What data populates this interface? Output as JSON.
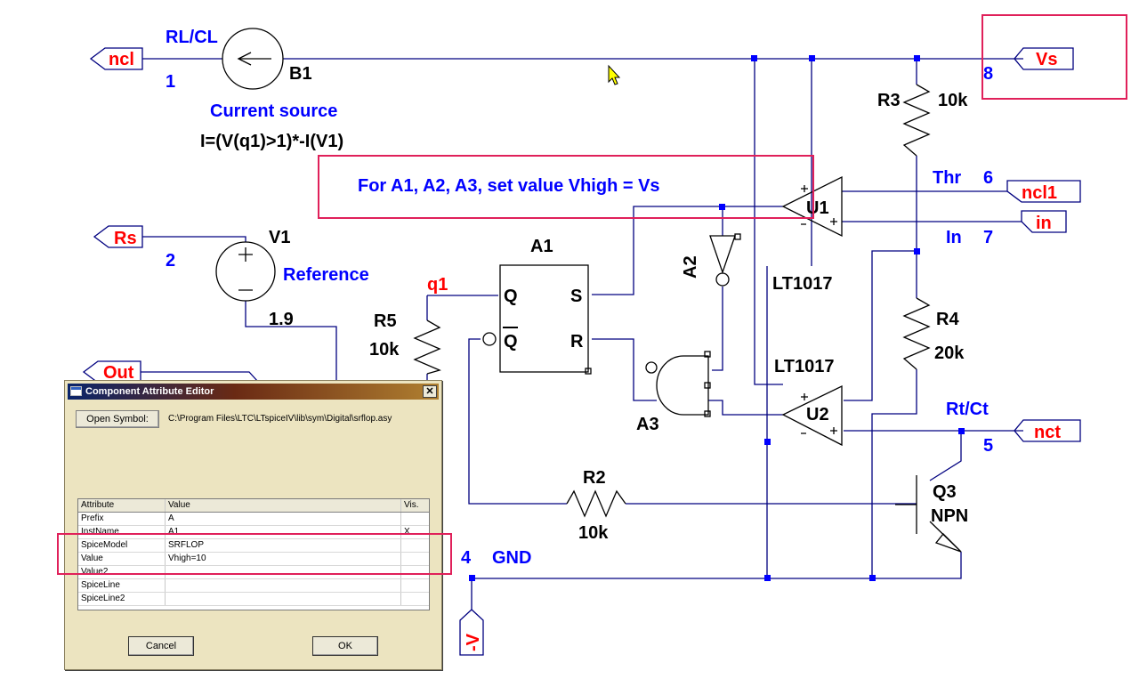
{
  "schematic": {
    "labels": {
      "ncl": "ncl",
      "rs": "Rs",
      "out": "Out",
      "minus_v": "-V",
      "vs": "Vs",
      "ncl1": "ncl1",
      "in": "in",
      "nct": "nct",
      "pin1": "1",
      "pin2": "2",
      "pin4": "4",
      "pin5": "5",
      "pin6": "6",
      "pin7": "7",
      "pin8": "8",
      "rlcl": "RL/CL",
      "b1": "B1",
      "current_source": "Current source",
      "current_expr": "I=(V(q1)>1)*-I(V1)",
      "v1": "V1",
      "reference": "Reference",
      "v1_value": "1.9",
      "a1": "A1",
      "q": "Q",
      "qbar": "Q",
      "s": "S",
      "r": "R",
      "a2": "A2",
      "a3": "A3",
      "q1": "q1",
      "r5": "R5",
      "r5_value": "10k",
      "r3": "R3",
      "r3_value": "10k",
      "r4": "R4",
      "r4_value": "20k",
      "r2": "R2",
      "r2_value": "10k",
      "u1": "U1",
      "u2": "U2",
      "lt1017_1": "LT1017",
      "lt1017_2": "LT1017",
      "thr": "Thr",
      "in_label": "In",
      "rtct": "Rt/Ct",
      "gnd": "GND",
      "q3": "Q3",
      "npn": "NPN",
      "note": "For  A1, A2, A3, set value Vhigh = Vs"
    }
  },
  "dialog": {
    "title": "Component Attribute Editor",
    "close": "✕",
    "open_symbol": "Open Symbol:",
    "path": "C:\\Program Files\\LTC\\LTspiceIV\\lib\\sym\\Digital\\srflop.asy",
    "columns": {
      "attribute": "Attribute",
      "value": "Value",
      "vis": "Vis."
    },
    "rows": [
      {
        "attribute": "Prefix",
        "value": "A",
        "vis": ""
      },
      {
        "attribute": "InstName",
        "value": "A1",
        "vis": "X"
      },
      {
        "attribute": "SpiceModel",
        "value": "SRFLOP",
        "vis": ""
      },
      {
        "attribute": "Value",
        "value": "Vhigh=10",
        "vis": ""
      },
      {
        "attribute": "Value2",
        "value": "",
        "vis": ""
      },
      {
        "attribute": "SpiceLine",
        "value": "",
        "vis": ""
      },
      {
        "attribute": "SpiceLine2",
        "value": "",
        "vis": ""
      }
    ],
    "cancel": "Cancel",
    "ok": "OK"
  },
  "colors": {
    "wire": "#000080",
    "component": "#000000",
    "net_label": "#ff0000",
    "text_blue": "#0000ff",
    "highlight": "#e0205a",
    "node_dot": "#0000ff"
  }
}
